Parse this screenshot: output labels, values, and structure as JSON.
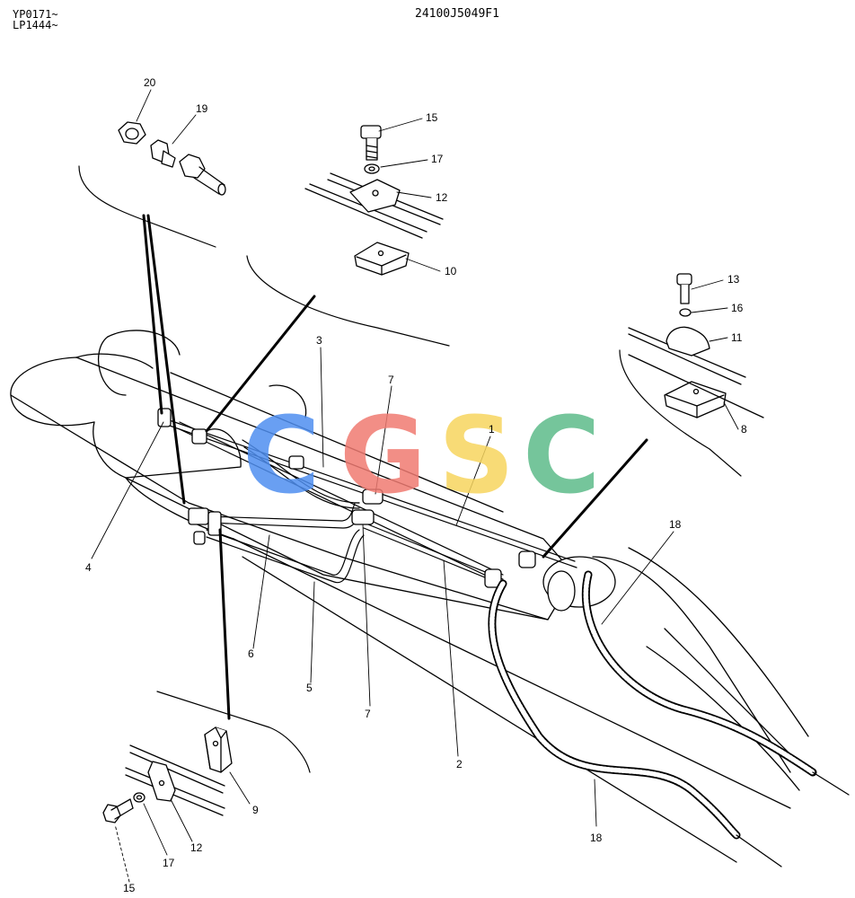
{
  "header": {
    "serial_line_1": "YP0171~",
    "serial_line_2": "LP1444~",
    "drawing_number": "24100J5049F1"
  },
  "watermark": {
    "letters": [
      "C",
      "G",
      "S",
      "C"
    ],
    "colors": [
      "#4f8ff0",
      "#f07b72",
      "#f7d55f",
      "#5dbb8a"
    ]
  },
  "callouts": [
    {
      "id": "c20",
      "text": "20"
    },
    {
      "id": "c19",
      "text": "19"
    },
    {
      "id": "c15a",
      "text": "15"
    },
    {
      "id": "c17a",
      "text": "17"
    },
    {
      "id": "c12a",
      "text": "12"
    },
    {
      "id": "c10",
      "text": "10"
    },
    {
      "id": "c13",
      "text": "13"
    },
    {
      "id": "c16",
      "text": "16"
    },
    {
      "id": "c11",
      "text": "11"
    },
    {
      "id": "c8",
      "text": "8"
    },
    {
      "id": "c3",
      "text": "3"
    },
    {
      "id": "c7a",
      "text": "7"
    },
    {
      "id": "c1",
      "text": "1"
    },
    {
      "id": "c18a",
      "text": "18"
    },
    {
      "id": "c4",
      "text": "4"
    },
    {
      "id": "c6",
      "text": "6"
    },
    {
      "id": "c5",
      "text": "5"
    },
    {
      "id": "c7b",
      "text": "7"
    },
    {
      "id": "c2",
      "text": "2"
    },
    {
      "id": "c18b",
      "text": "18"
    },
    {
      "id": "c9",
      "text": "9"
    },
    {
      "id": "c12b",
      "text": "12"
    },
    {
      "id": "c17b",
      "text": "17"
    },
    {
      "id": "c15b",
      "text": "15"
    }
  ]
}
